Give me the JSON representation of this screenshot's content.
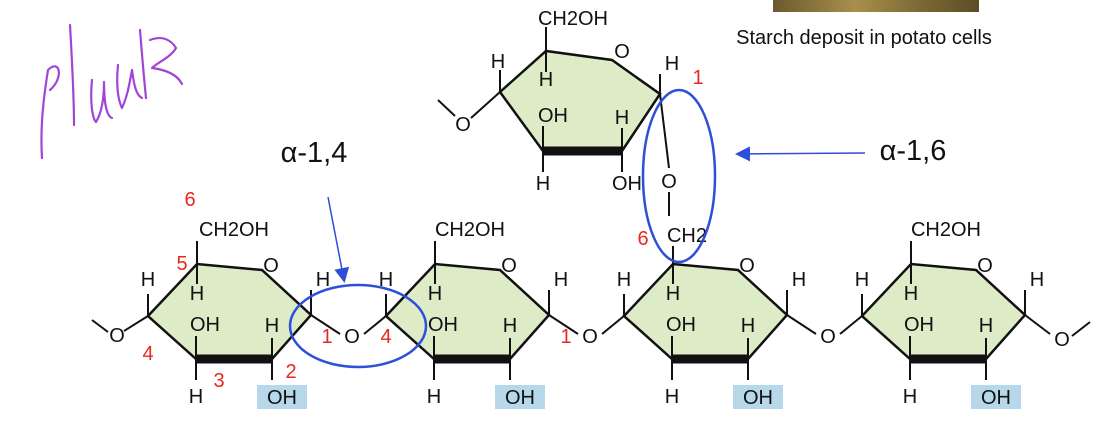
{
  "caption": "Starch deposit in potato cells",
  "handwriting": "Plants",
  "linkage_labels": {
    "alpha_1_4": "α-1,4",
    "alpha_1_6": "α-1,6"
  },
  "atoms": {
    "ch2oh": "CH2OH",
    "ch2": "CH2",
    "ring_o": "O",
    "h": "H",
    "oh": "OH",
    "bridge_o": "O"
  },
  "carbon_numbers": {
    "c1": "1",
    "c2": "2",
    "c3": "3",
    "c4": "4",
    "c5": "5",
    "c6": "6"
  },
  "colors": {
    "ring_fill": "#deebc7",
    "carbon_number": "#e8281e",
    "circle": "#2e4fd8",
    "arrow": "#2e4fd8",
    "oh_highlight": "#b7d8ea",
    "handwriting": "#a245d6"
  }
}
